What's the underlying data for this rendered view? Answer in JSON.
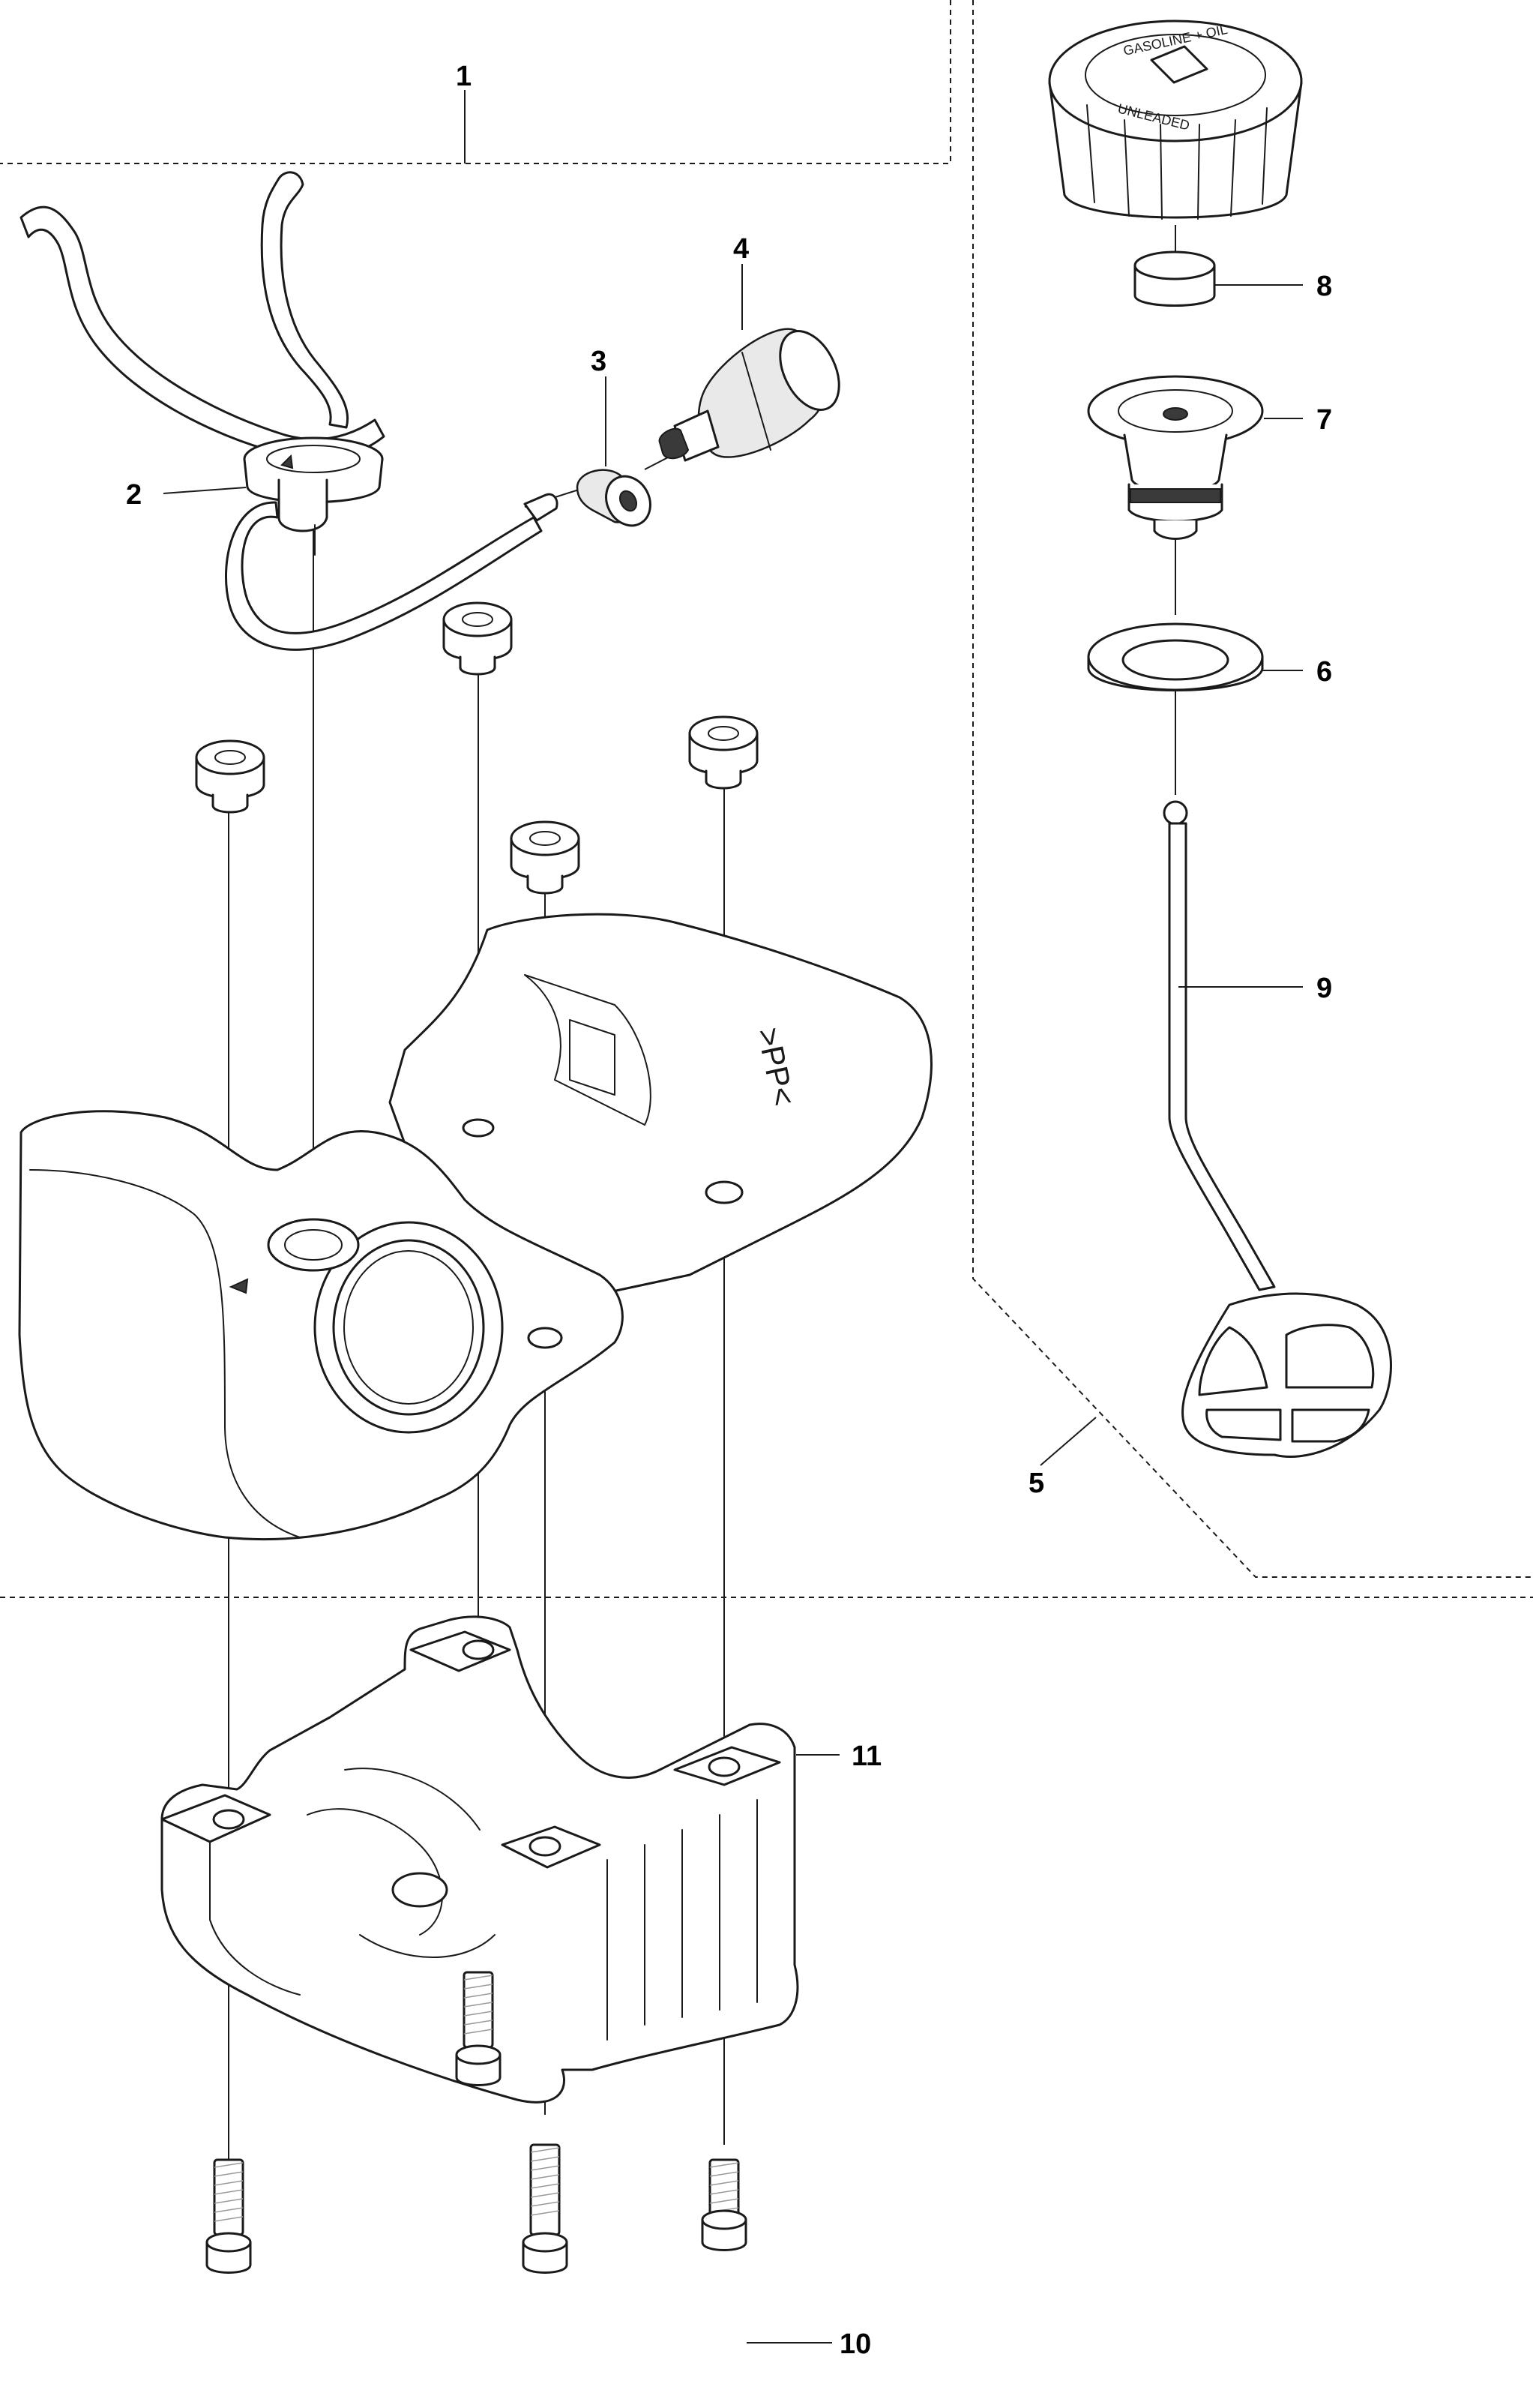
{
  "callouts": {
    "c1": "1",
    "c2": "2",
    "c3": "3",
    "c4": "4",
    "c5": "5",
    "c6": "6",
    "c7": "7",
    "c8": "8",
    "c9": "9",
    "c10": "10",
    "c11": "11"
  },
  "cap_text": {
    "arc_top": "GASOLINE + OIL",
    "arc_bottom": "UNLEADED"
  },
  "tank_mark": ">PP<"
}
